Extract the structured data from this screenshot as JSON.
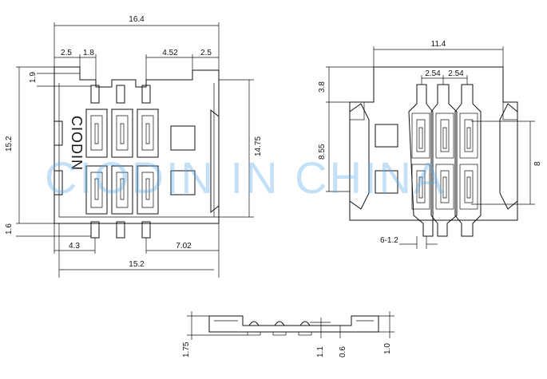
{
  "watermark": "CIODIN IN CHINA",
  "brand_mark": "CIODIN",
  "front_view": {
    "dims": {
      "overall_width": "16.4",
      "left_offset": "2.5",
      "pin_offset": "1.8",
      "right_offset": "4.52",
      "right_edge": "2.5",
      "top_gap": "1.9",
      "height": "15.2",
      "inner_height": "14.75",
      "bottom_gap": "1.6",
      "bottom_left": "4.3",
      "bottom_right": "7.02",
      "bottom_width": "15.2"
    }
  },
  "footprint_view": {
    "dims": {
      "width": "11.4",
      "pitch_1": "2.54",
      "pitch_2": "2.54",
      "top_pad": "3.8",
      "row_span": "8.55",
      "pad_span": "8",
      "pad_size": "6-1.2"
    }
  },
  "side_view": {
    "dims": {
      "total_height": "1.75",
      "pin_height": "1.1",
      "pin_drop": "0.6",
      "body_height": "1.0"
    }
  }
}
